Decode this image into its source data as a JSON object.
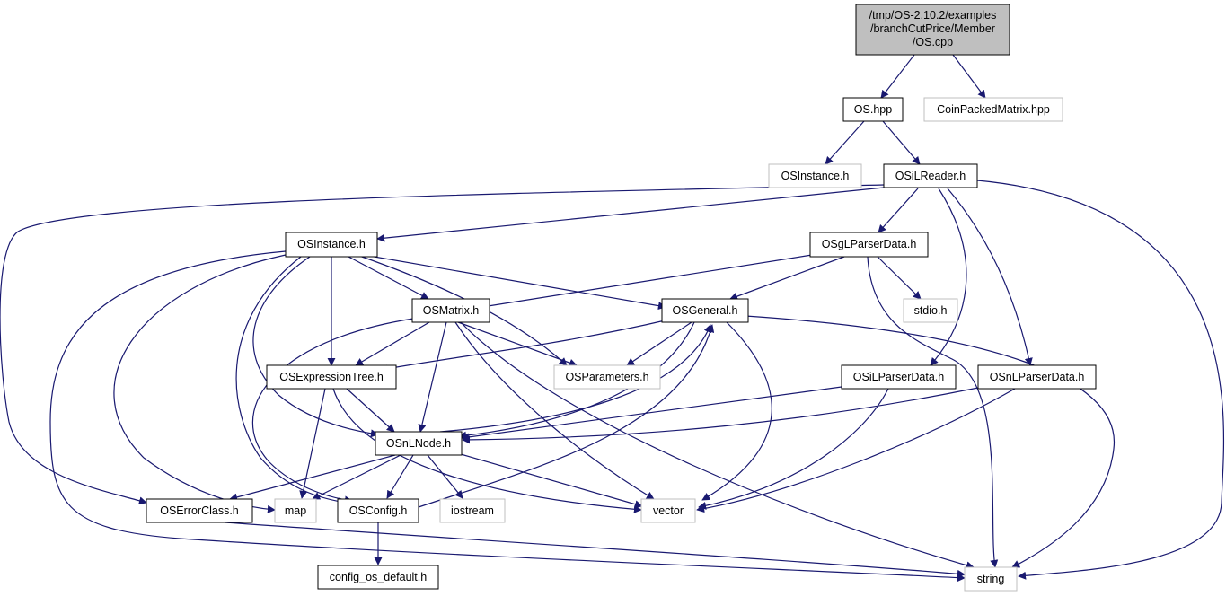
{
  "colors": {
    "edge": "#191970",
    "root_fill": "#bfbfbf",
    "documented_stroke": "#000000",
    "external_stroke": "#bfbfbf",
    "external_text": "#000000"
  },
  "diagram": {
    "root": {
      "lines": [
        "/tmp/OS-2.10.2/examples",
        "/branchCutPrice/Member",
        "/OS.cpp"
      ]
    },
    "nodes": {
      "os_hpp": "OS.hpp",
      "coin_packed_matrix": "CoinPackedMatrix.hpp",
      "osinstance_ext": "OSInstance.h",
      "osilreader": "OSiLReader.h",
      "osinstance": "OSInstance.h",
      "osglparserdata": "OSgLParserData.h",
      "osmatrix": "OSMatrix.h",
      "osgeneral": "OSGeneral.h",
      "stdio": "stdio.h",
      "osexpressiontree": "OSExpressionTree.h",
      "osparameters": "OSParameters.h",
      "osilparserdata": "OSiLParserData.h",
      "osnlparserdata": "OSnLParserData.h",
      "osnlnode": "OSnLNode.h",
      "oserrorclass": "OSErrorClass.h",
      "map": "map",
      "osconfig": "OSConfig.h",
      "iostream": "iostream",
      "vector": "vector",
      "config_os_default": "config_os_default.h",
      "string": "string"
    }
  }
}
